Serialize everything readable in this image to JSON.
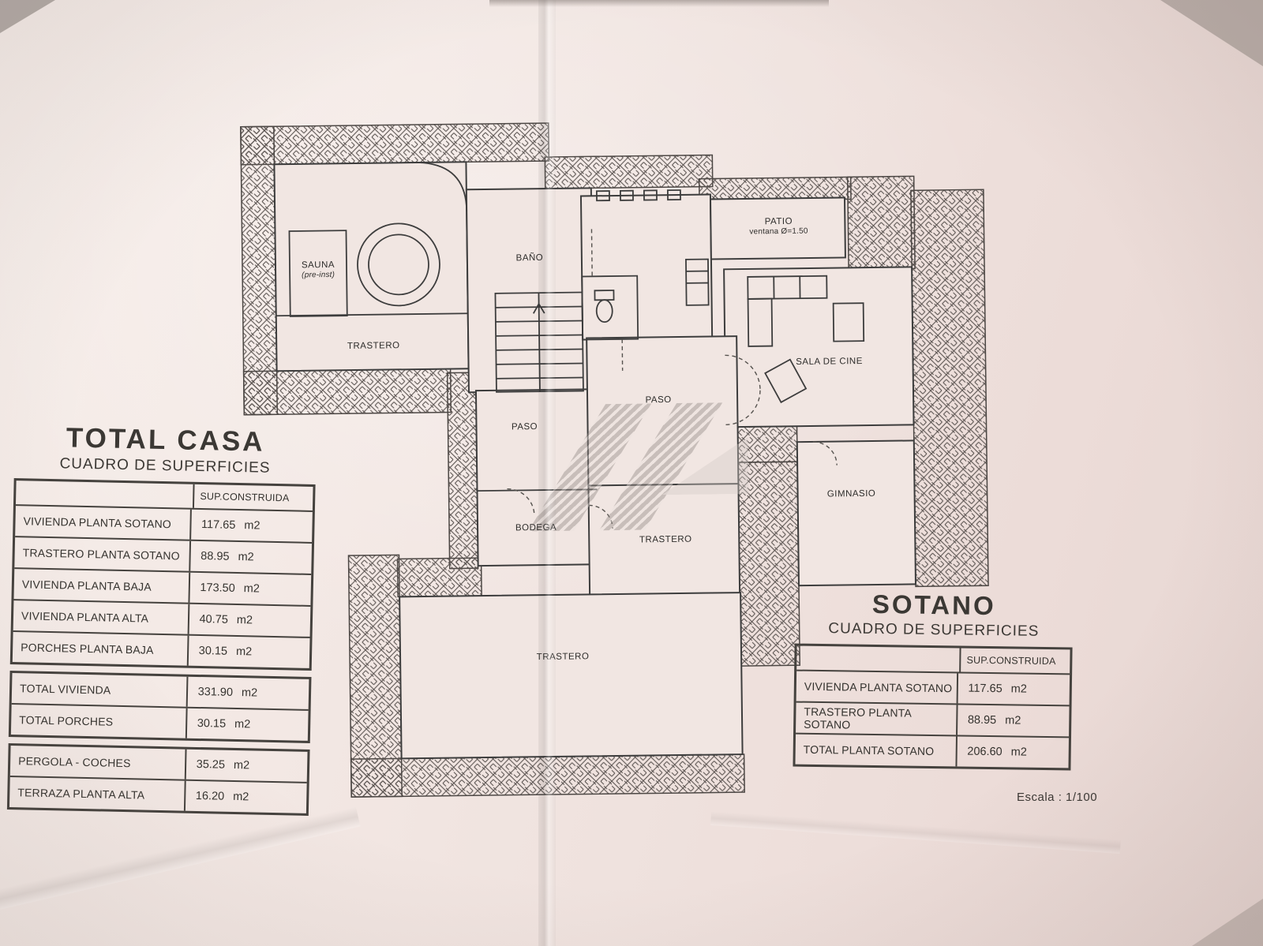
{
  "colors": {
    "paper": "#f0e4e0",
    "ink": "#3d3b38",
    "hatch": "#5c5552"
  },
  "plan": {
    "rooms": [
      {
        "label": "SAUNA",
        "sub": "(pre-inst)"
      },
      {
        "label": "BAÑO"
      },
      {
        "label": "TRASTERO"
      },
      {
        "label": "PATIO",
        "sub": "ventana Ø=1.50"
      },
      {
        "label": "SALA DE CINE"
      },
      {
        "label": "PASO"
      },
      {
        "label": "PASO"
      },
      {
        "label": "GIMNASIO"
      },
      {
        "label": "BODEGA"
      },
      {
        "label": "TRASTERO"
      },
      {
        "label": "TRASTERO"
      }
    ]
  },
  "tables": {
    "total_casa": {
      "title": "TOTAL CASA",
      "subtitle": "CUADRO DE SUPERFICIES",
      "col_header": "SUP.CONSTRUIDA",
      "rows": [
        {
          "label": "VIVIENDA PLANTA SOTANO",
          "value": "117.65",
          "unit": "m2"
        },
        {
          "label": "TRASTERO PLANTA SOTANO",
          "value": "88.95",
          "unit": "m2"
        },
        {
          "label": "VIVIENDA PLANTA BAJA",
          "value": "173.50",
          "unit": "m2"
        },
        {
          "label": "VIVIENDA PLANTA ALTA",
          "value": "40.75",
          "unit": "m2"
        },
        {
          "label": "PORCHES PLANTA BAJA",
          "value": "30.15",
          "unit": "m2"
        },
        {
          "label": "TOTAL VIVIENDA",
          "value": "331.90",
          "unit": "m2"
        },
        {
          "label": "TOTAL PORCHES",
          "value": "30.15",
          "unit": "m2"
        },
        {
          "label": "PERGOLA - COCHES",
          "value": "35.25",
          "unit": "m2"
        },
        {
          "label": "TERRAZA PLANTA ALTA",
          "value": "16.20",
          "unit": "m2"
        }
      ]
    },
    "sotano": {
      "title": "SOTANO",
      "subtitle": "CUADRO DE SUPERFICIES",
      "col_header": "SUP.CONSTRUIDA",
      "rows": [
        {
          "label": "VIVIENDA PLANTA SOTANO",
          "value": "117.65",
          "unit": "m2"
        },
        {
          "label": "TRASTERO PLANTA SOTANO",
          "value": "88.95",
          "unit": "m2"
        },
        {
          "label": "TOTAL PLANTA SOTANO",
          "value": "206.60",
          "unit": "m2"
        }
      ]
    }
  },
  "footer": {
    "scale": "Escala : 1/100"
  }
}
